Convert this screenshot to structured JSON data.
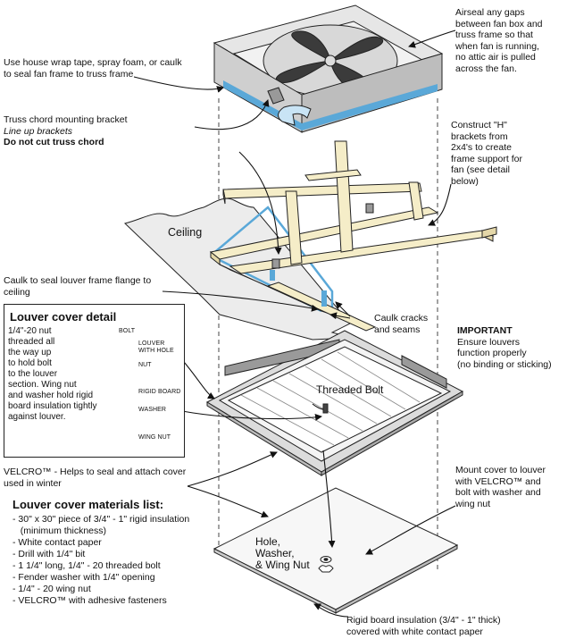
{
  "labels": {
    "airseal": [
      "Airseal any gaps",
      "between fan box and",
      "truss frame so that",
      "when fan is running,",
      "no attic air is pulled",
      "across the fan."
    ],
    "house_wrap": [
      "Use house wrap tape, spray foam, or caulk",
      "to seal fan frame to truss frame"
    ],
    "bracket": {
      "line1": "Truss chord mounting bracket",
      "line2": "Line up brackets",
      "line3": "Do not cut truss chord"
    },
    "h_brackets": [
      "Construct \"H\"",
      "brackets from",
      "2x4's to create",
      "frame support for",
      "fan (see detail",
      "below)"
    ],
    "ceiling": "Ceiling",
    "caulk_louver": [
      "Caulk to seal louver frame flange to",
      "ceiling"
    ],
    "caulk_cracks": [
      "Caulk cracks",
      "and seams"
    ],
    "important": {
      "title": "IMPORTANT",
      "lines": [
        "Ensure louvers",
        "function properly",
        "(no binding or sticking)"
      ]
    },
    "threaded_bolt": "Threaded Bolt",
    "velcro": [
      "VELCRO™ - Helps to seal and attach cover",
      "used in winter"
    ],
    "mount_cover": [
      "Mount cover to louver",
      "with VELCRO™ and",
      "bolt with washer and",
      "wing nut"
    ],
    "hole_washer": [
      "Hole,",
      "Washer,",
      "& Wing Nut"
    ],
    "rigid_board": [
      "Rigid board insulation (3/4\" - 1\" thick)",
      "covered with white contact paper"
    ]
  },
  "detail": {
    "title": "Louver cover detail",
    "text": [
      "1/4\"-20 nut",
      "threaded all",
      "the way up",
      "to hold bolt",
      "to the louver",
      "section.  Wing nut",
      "and washer hold rigid",
      "board insulation tightly",
      "against louver."
    ],
    "parts": {
      "bolt": "BOLT",
      "louver": "LOUVER",
      "with_hole": "WITH HOLE",
      "nut": "NUT",
      "rigid": "RIGID BOARD",
      "washer": "WASHER",
      "wing": "WING NUT"
    }
  },
  "materials": {
    "title": "Louver cover materials list:",
    "items": [
      "- 30\" x 30\" piece of 3/4\" - 1\" rigid insulation",
      "   (minimum thickness)",
      "- White contact paper",
      "- Drill with 1/4\" bit",
      "- 1 1/4\" long, 1/4\" - 20 threaded bolt",
      "- Fender washer with 1/4\" opening",
      "- 1/4\" - 20 wing nut",
      "- VELCRO™ with adhesive fasteners"
    ]
  },
  "colors": {
    "seal_blue": "#5aa8d8",
    "wood": "#f5edc8",
    "ceiling_gray": "#ececec",
    "fan_gray": "#e2e2e2"
  }
}
